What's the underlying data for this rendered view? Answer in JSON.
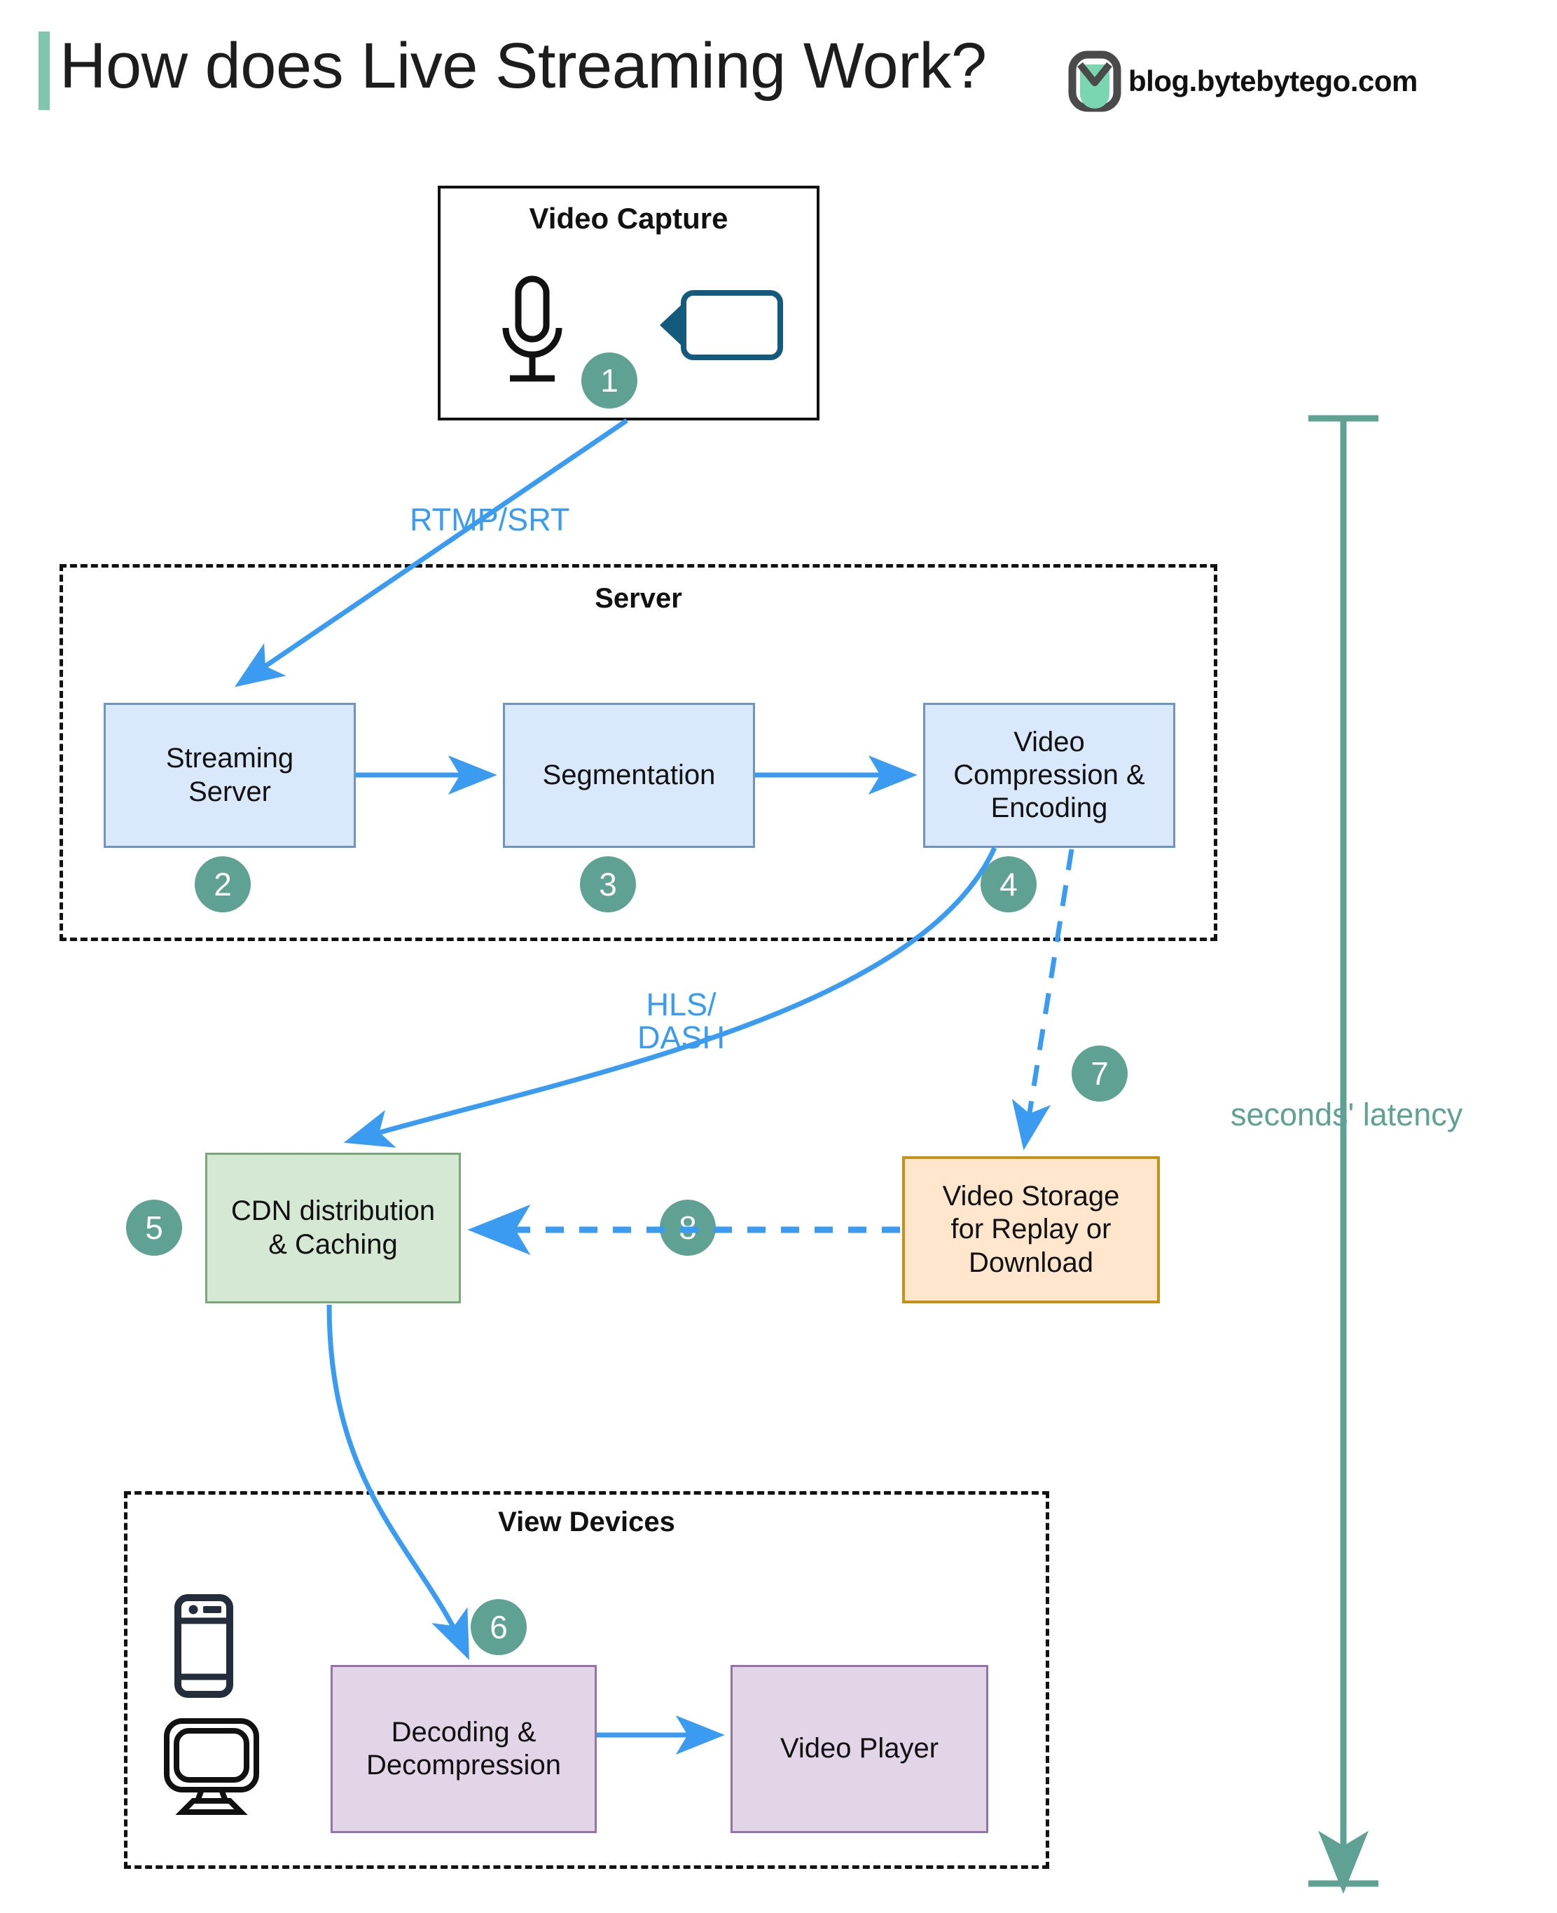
{
  "header": {
    "title": "How does Live Streaming Work?",
    "brand_text": "blog.bytebytego.com",
    "accent_bar_color": "#7fc6ac",
    "logo_name": "bytebytego-logo"
  },
  "palette": {
    "badge": "#5fa193",
    "arrow_blue": "#3a9bf0",
    "blue_fill": "#dae8fc",
    "blue_stroke": "#7193bf",
    "green_fill": "#d5e8d4",
    "green_stroke": "#7ba67a",
    "orange_fill": "#ffe6cc",
    "orange_stroke": "#c49216",
    "purple_fill": "#e1d5e7",
    "purple_stroke": "#9673a6",
    "latency_green": "#5fa193"
  },
  "capture_group": {
    "title": "Video Capture",
    "icons": [
      "microphone-icon",
      "video-camera-icon"
    ]
  },
  "server_group": {
    "title": "Server",
    "nodes": [
      {
        "label": "Streaming\nServer"
      },
      {
        "label": "Segmentation"
      },
      {
        "label": "Video\nCompression &\nEncoding"
      }
    ]
  },
  "cdn_node": {
    "label": "CDN distribution\n& Caching"
  },
  "storage_node": {
    "label": "Video Storage\nfor Replay or\nDownload"
  },
  "view_group": {
    "title": "View Devices",
    "icons": [
      "mobile-phone-icon",
      "desktop-monitor-icon"
    ],
    "nodes": [
      {
        "label": "Decoding &\nDecompression"
      },
      {
        "label": "Video Player"
      }
    ]
  },
  "edge_labels": {
    "capture_to_server": "RTMP/SRT",
    "encode_to_cdn": "HLS/\nDASH"
  },
  "latency": {
    "label": "seconds' latency"
  },
  "badges": [
    {
      "number": "1"
    },
    {
      "number": "2"
    },
    {
      "number": "3"
    },
    {
      "number": "4"
    },
    {
      "number": "5"
    },
    {
      "number": "6"
    },
    {
      "number": "7"
    },
    {
      "number": "8"
    }
  ]
}
